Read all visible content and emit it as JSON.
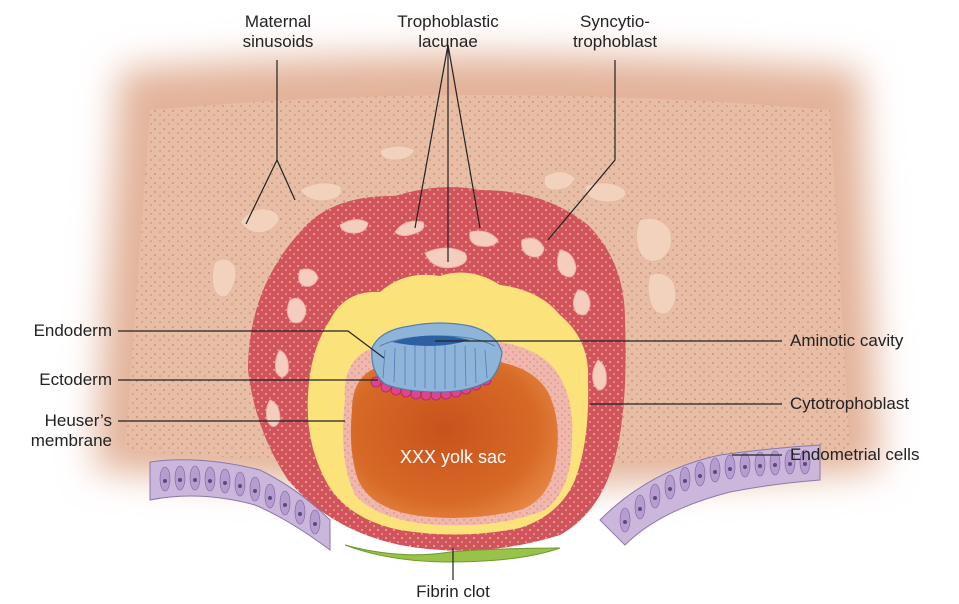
{
  "labels": {
    "maternal_sinusoids": [
      "Maternal",
      "sinusoids"
    ],
    "trophoblastic_lacunae": [
      "Trophoblastic",
      "lacunae"
    ],
    "syncytiotrophoblast": [
      "Syncytio-",
      "trophoblast"
    ],
    "endoderm": "Endoderm",
    "ectoderm": "Ectoderm",
    "heusers_membrane": [
      "Heuser’s",
      "membrane"
    ],
    "aminotic_cavity": "Aminotic cavity",
    "cytotrophoblast": "Cytotrophoblast",
    "endometrial_cells": "Endometrial cells",
    "fibrin_clot": "Fibrin clot",
    "yolk_sac": "XXX yolk sac"
  },
  "colors": {
    "endometrium": "#e7bfa9",
    "syncytiotrophoblast": "#d0545a",
    "cytotrophoblast": "#fbe27a",
    "yolk_sac": "#d86a24",
    "amniotic_cells": "#8fb4d9",
    "ectoderm": "#e0448a",
    "epithelium": "#cbb7db",
    "fibrin_clot": "#98c24a",
    "lacunae": "#f4cdbf"
  }
}
